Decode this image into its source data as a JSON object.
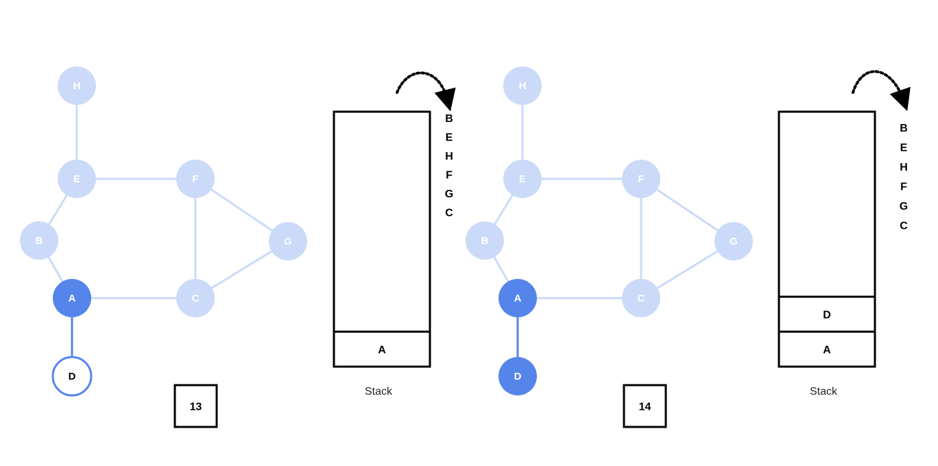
{
  "colors": {
    "node_unvisited": "#cbdaf8",
    "node_active": "#5585ea",
    "edge_unvisited": "#cbdaf8",
    "edge_active": "#5585ea",
    "node_label_light": "#ffffff",
    "node_label_dark": "#000000",
    "stack_border": "#000000"
  },
  "panels": [
    {
      "step": "13",
      "stack_caption": "Stack",
      "stack_items": [
        "A"
      ],
      "pending_nodes": [
        "B",
        "E",
        "H",
        "F",
        "G",
        "C"
      ],
      "nodes": [
        {
          "id": "H",
          "label": "H",
          "state": "unvisited"
        },
        {
          "id": "E",
          "label": "E",
          "state": "unvisited"
        },
        {
          "id": "F",
          "label": "F",
          "state": "unvisited"
        },
        {
          "id": "B",
          "label": "B",
          "state": "unvisited"
        },
        {
          "id": "G",
          "label": "G",
          "state": "unvisited"
        },
        {
          "id": "A",
          "label": "A",
          "state": "active"
        },
        {
          "id": "C",
          "label": "C",
          "state": "unvisited"
        },
        {
          "id": "D",
          "label": "D",
          "state": "discovered"
        }
      ],
      "edges": [
        {
          "from": "H",
          "to": "E",
          "state": "unvisited"
        },
        {
          "from": "E",
          "to": "F",
          "state": "unvisited"
        },
        {
          "from": "E",
          "to": "B",
          "state": "unvisited"
        },
        {
          "from": "B",
          "to": "A",
          "state": "unvisited"
        },
        {
          "from": "A",
          "to": "C",
          "state": "unvisited"
        },
        {
          "from": "F",
          "to": "C",
          "state": "unvisited"
        },
        {
          "from": "F",
          "to": "G",
          "state": "unvisited"
        },
        {
          "from": "G",
          "to": "C",
          "state": "unvisited"
        },
        {
          "from": "A",
          "to": "D",
          "state": "active"
        }
      ]
    },
    {
      "step": "14",
      "stack_caption": "Stack",
      "stack_items": [
        "D",
        "A"
      ],
      "pending_nodes": [
        "B",
        "E",
        "H",
        "F",
        "G",
        "C"
      ],
      "nodes": [
        {
          "id": "H",
          "label": "H",
          "state": "unvisited"
        },
        {
          "id": "E",
          "label": "E",
          "state": "unvisited"
        },
        {
          "id": "F",
          "label": "F",
          "state": "unvisited"
        },
        {
          "id": "B",
          "label": "B",
          "state": "unvisited"
        },
        {
          "id": "G",
          "label": "G",
          "state": "unvisited"
        },
        {
          "id": "A",
          "label": "A",
          "state": "active"
        },
        {
          "id": "C",
          "label": "C",
          "state": "unvisited"
        },
        {
          "id": "D",
          "label": "D",
          "state": "active"
        }
      ],
      "edges": [
        {
          "from": "H",
          "to": "E",
          "state": "unvisited"
        },
        {
          "from": "E",
          "to": "F",
          "state": "unvisited"
        },
        {
          "from": "E",
          "to": "B",
          "state": "unvisited"
        },
        {
          "from": "B",
          "to": "A",
          "state": "unvisited"
        },
        {
          "from": "A",
          "to": "C",
          "state": "unvisited"
        },
        {
          "from": "F",
          "to": "C",
          "state": "unvisited"
        },
        {
          "from": "F",
          "to": "G",
          "state": "unvisited"
        },
        {
          "from": "G",
          "to": "C",
          "state": "unvisited"
        },
        {
          "from": "A",
          "to": "D",
          "state": "active"
        }
      ]
    }
  ]
}
